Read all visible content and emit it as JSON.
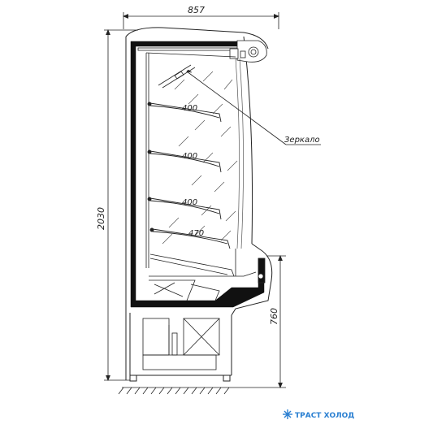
{
  "dimensions": {
    "width": "857",
    "height": "2030",
    "base_height": "760"
  },
  "shelves": [
    {
      "depth": "400"
    },
    {
      "depth": "400"
    },
    {
      "depth": "400"
    },
    {
      "depth": "470"
    }
  ],
  "callout": {
    "label": "Зеркало"
  },
  "logo": {
    "text": "ТРАСТ ХОЛОД",
    "color": "#2a7fd1"
  },
  "colors": {
    "line": "#222222",
    "frame": "#111111",
    "glass": "#555555"
  }
}
